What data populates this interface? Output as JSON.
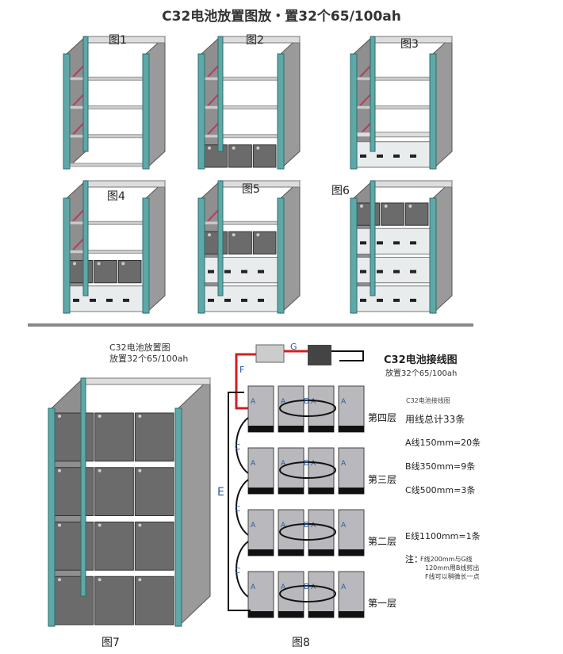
{
  "title": "C32电池放置图放・置32个65/100ah",
  "top_figures": [
    {
      "label": "图1",
      "levels": [
        "empty",
        "empty",
        "empty",
        "empty"
      ]
    },
    {
      "label": "图2",
      "levels": [
        "battery",
        "empty",
        "empty",
        "empty"
      ]
    },
    {
      "label": "图3",
      "levels": [
        "drawer",
        "shelf",
        "empty",
        "empty"
      ]
    },
    {
      "label": "图4",
      "levels": [
        "drawer",
        "battery",
        "empty",
        "empty"
      ]
    },
    {
      "label": "图5",
      "levels": [
        "drawer",
        "drawer",
        "battery",
        "empty"
      ]
    },
    {
      "label": "图6",
      "levels": [
        "drawer",
        "drawer",
        "drawer",
        "battery"
      ]
    }
  ],
  "fig7": {
    "caption_line1": "C32电池放置图",
    "caption_line2": "放置32个65/100ah",
    "label": "图7"
  },
  "fig8": {
    "title": "C32电池接线图",
    "subtitle": "放置32个65/100ah",
    "label": "图8",
    "small_heading": "C32电池接线图",
    "total": "用线总计33条",
    "wires": [
      "A线150mm=20条",
      "B线350mm=9条",
      "C线500mm=3条",
      "E线1100mm=1条"
    ],
    "note_prefix": "注：",
    "note_lines": [
      "F线200mm与G线",
      "120mm用B线剪出",
      "F线可以稍微长一点"
    ],
    "layers": [
      "第四层",
      "第三层",
      "第二层",
      "第一层"
    ],
    "wire_letters": {
      "a": "A",
      "b": "B",
      "c": "C",
      "e": "E",
      "f": "F",
      "g": "G"
    }
  },
  "colors": {
    "frame": "#5fa8a8",
    "panel": "#9a9a9a",
    "battery": "#6b6b6b",
    "drawer": "#e8ecec",
    "wire_red": "#d02020"
  }
}
